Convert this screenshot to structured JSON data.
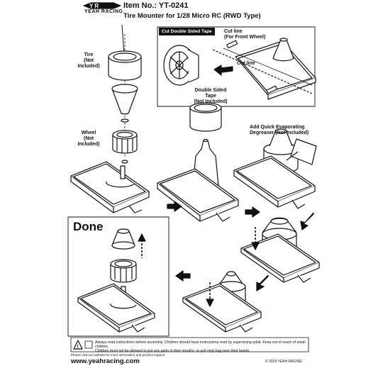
{
  "header": {
    "brand": "YEAH RACING",
    "item_no": "Item No.: YT-0241",
    "title": "Tire Mounter  for 1/28 Micro RC (RWD Type)"
  },
  "labels": {
    "tire": "Tire",
    "tire_note": "(Not Included)",
    "wheel": "Wheel",
    "wheel_note": "(Not Included)",
    "cut_badge": "Cut Double Sided Tape",
    "cut_line": "Cut line",
    "front_wheel": "(For Front Wheel)",
    "cut_line_2": "Cut line",
    "tape": "Double Sided Tape",
    "tape_note": "(Not Included)",
    "degreaser": "Add Quick Evaporating",
    "degreaser_2": "Degreaser (Not Included)",
    "done": "Done"
  },
  "footer": {
    "warning_1": "Always read instructions before assembly. Children should have instructions read by supervising adult. Keep out of reach of small children.",
    "warning_2": "Children must not be allowed to put any parts in their mouths, or pull vinyl bag over their heads.",
    "note": "Please visit our website for more information and product support",
    "url": "www.yeahracing.com",
    "copyright": "© 2024 YEAH RACING"
  }
}
